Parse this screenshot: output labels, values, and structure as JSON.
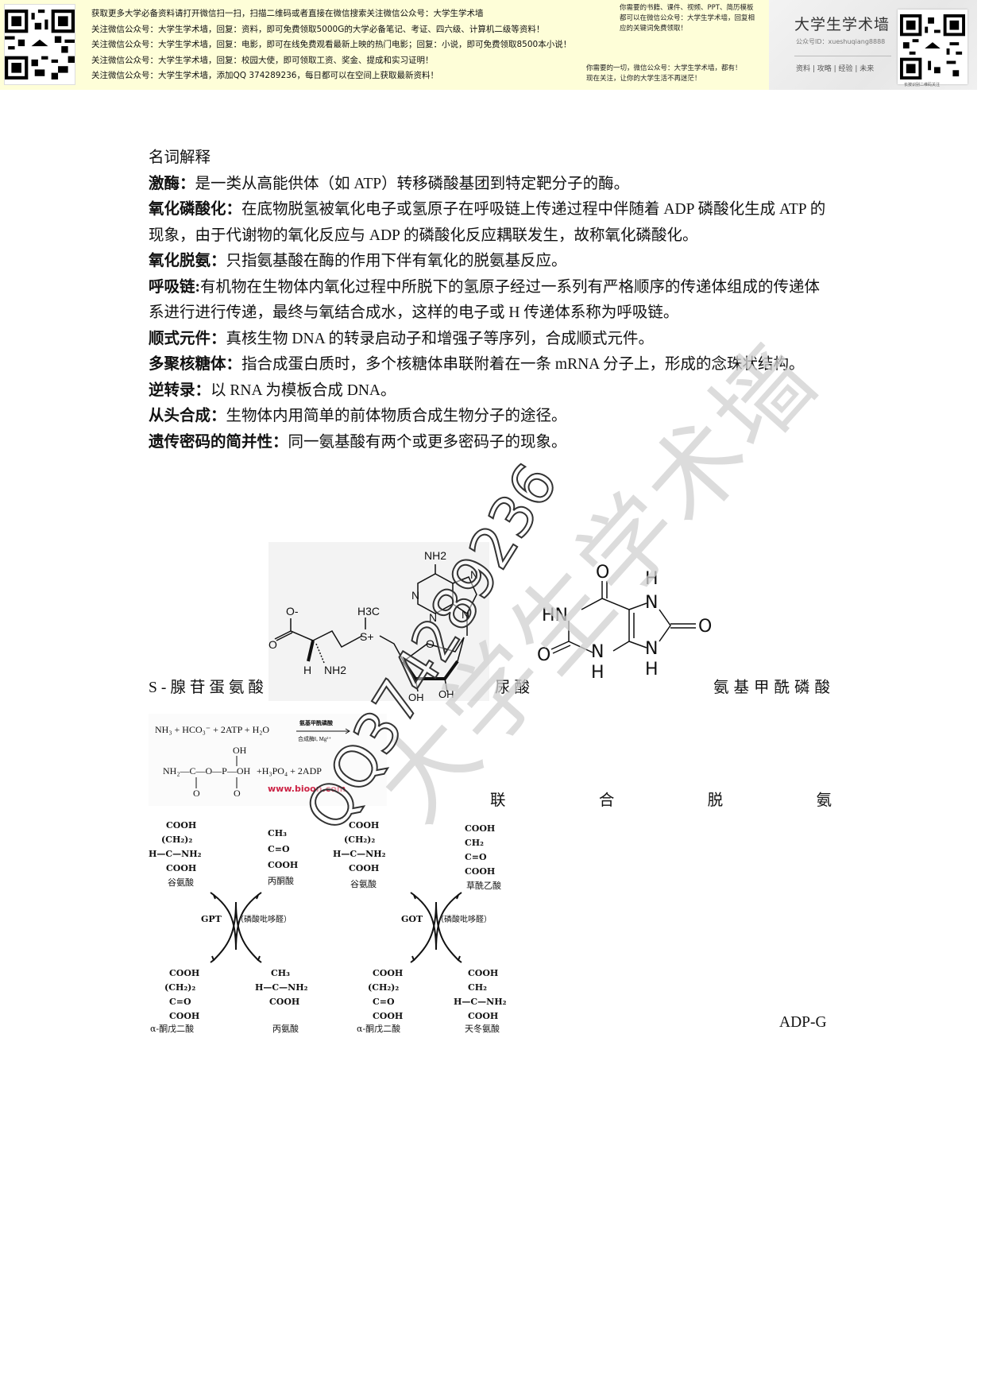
{
  "banner": {
    "lines": [
      "获取更多大学必备资料请打开微信扫一扫，扫描二维码或者直接在微信搜索关注微信公众号：大学生学术墙",
      "关注微信公众号：大学生学术墙，回复：资料，即可免费领取5000G的大学必备笔记、考证、四六级、计算机二级等资料！",
      "关注微信公众号：大学生学术墙，回复：电影，即可在线免费观看最新上映的热门电影；回复：小说，即可免费领取8500本小说！",
      "关注微信公众号：大学生学术墙，回复：校园大使，即可领取工资、奖金、提成和实习证明！",
      "关注微信公众号：大学生学术墙，添加QQ 374289236，每日都可以在空间上获取最新资料！"
    ],
    "note_top": [
      "你需要的书籍、课件、视频、PPT、简历模板",
      "都可以在微信公众号：大学生学术墙，回复相",
      "应的关键词免费领取！"
    ],
    "note_bottom": [
      "你需要的一切，微信公众号：大学生学术墙，都有！",
      "现在关注，让你的大学生活不再迷茫！"
    ],
    "brand": {
      "title": "大学生学术墙",
      "id": "公众号ID：xueshuqiang8888",
      "nav": "资料 | 攻略 | 经验 | 未来",
      "qr_caption": "长按识别二维码关注"
    }
  },
  "document": {
    "heading": "名词解释",
    "entries": [
      {
        "term": "激酶",
        "sep": "：",
        "definition": "是一类从高能供体（如 ATP）转移磷酸基团到特定靶分子的酶。"
      },
      {
        "term": "氧化磷酸化",
        "sep": "：",
        "definition": "在底物脱氢被氧化电子或氢原子在呼吸链上传递过程中伴随着 ADP 磷酸化生成 ATP 的现象，由于代谢物的氧化反应与 ADP 的磷酸化反应耦联发生，故称氧化磷酸化。"
      },
      {
        "term": "氧化脱氨",
        "sep": "：",
        "definition": "只指氨基酸在酶的作用下伴有氧化的脱氨基反应。"
      },
      {
        "term": "呼吸链",
        "sep": ":",
        "definition": "有机物在生物体内氧化过程中所脱下的氢原子经过一系列有严格顺序的传递体组成的传递体系进行进行传递，最终与氧结合成水，这样的电子或 H 传递体系称为呼吸链。"
      },
      {
        "term": "顺式元件",
        "sep": "：",
        "definition": "真核生物 DNA 的转录启动子和增强子等序列，合成顺式元件。"
      },
      {
        "term": "多聚核糖体",
        "sep": "：",
        "definition": "指合成蛋白质时，多个核糖体串联附着在一条 mRNA 分子上，形成的念珠状结构。"
      },
      {
        "term": "逆转录",
        "sep": "：",
        "definition": "以 RNA 为模板合成 DNA。"
      },
      {
        "term": "从头合成",
        "sep": "：",
        "definition": "生物体内用简单的前体物质合成生物分子的途径。"
      },
      {
        "term": "遗传密码的简并性",
        "sep": "：",
        "definition": "同一氨基酸有两个或更多密码子的现象。"
      }
    ]
  },
  "figures": {
    "sam_label": "S-腺苷蛋氨酸",
    "uric_label": "尿酸",
    "carbamoyl_label": "氨基甲酰磷酸",
    "sam": {
      "nh2_top": "NH2",
      "h3c": "H3C",
      "s_plus": "S+",
      "o_minus": "O-",
      "o": "O",
      "h": "H",
      "nh2": "NH2",
      "oh1": "OH",
      "oh2": "OH",
      "ring_o": "O",
      "n": "N"
    },
    "uric": {
      "hn": "HN",
      "n": "N",
      "h": "H",
      "o": "O"
    },
    "carbamoyl": {
      "eq_left": "NH₃ + HCO₃⁻ + 2ATP + H₂O",
      "arrow_top": "氨基甲酰磷酸",
      "arrow_bottom": "合成酶Ⅰ, Mg²⁺",
      "product": "NH₂—C—O—P—OH",
      "oh": "OH",
      "o1": "O",
      "o2": "O",
      "byproducts": "+H₃PO₄ + 2ADP",
      "source": "www.bioon.com"
    },
    "combined_deamination_chars": [
      "联",
      "合",
      "脱",
      "氨"
    ],
    "transamination": {
      "left": {
        "top_a": {
          "lines": [
            "COOH",
            "(CH₂)₂",
            "H—C—NH₂",
            "COOH"
          ],
          "name": "谷氨酸"
        },
        "top_b": {
          "lines": [
            "CH₃",
            "C=O",
            "COOH"
          ],
          "name": "丙酮酸"
        },
        "enzyme": "GPT",
        "cofactor": "（磷酸吡哆醛）",
        "bottom_a": {
          "lines": [
            "COOH",
            "(CH₂)₂",
            "C=O",
            "COOH"
          ],
          "name": "α-酮戊二酸"
        },
        "bottom_b": {
          "lines": [
            "CH₃",
            "H—C—NH₂",
            "COOH"
          ],
          "name": "丙氨酸"
        }
      },
      "right": {
        "top_a": {
          "lines": [
            "COOH",
            "(CH₂)₂",
            "H—C—NH₂",
            "COOH"
          ],
          "name": "谷氨酸"
        },
        "top_b": {
          "lines": [
            "COOH",
            "CH₂",
            "C=O",
            "COOH"
          ],
          "name": "草酰乙酸"
        },
        "enzyme": "GOT",
        "cofactor": "（磷酸吡哆醛）",
        "bottom_a": {
          "lines": [
            "COOH",
            "(CH₂)₂",
            "C=O",
            "COOH"
          ],
          "name": "α-酮戊二酸"
        },
        "bottom_b": {
          "lines": [
            "COOH",
            "CH₂",
            "H—C—NH₂",
            "COOH"
          ],
          "name": "天冬氨酸"
        }
      }
    },
    "adp_g": "ADP-G"
  },
  "watermark": {
    "text": "大学生学术墙",
    "qq": "QQ374289236"
  },
  "colors": {
    "banner_bg": "#fefed8",
    "watermark": "#d0d0d0",
    "source_red": "#cc2244"
  }
}
